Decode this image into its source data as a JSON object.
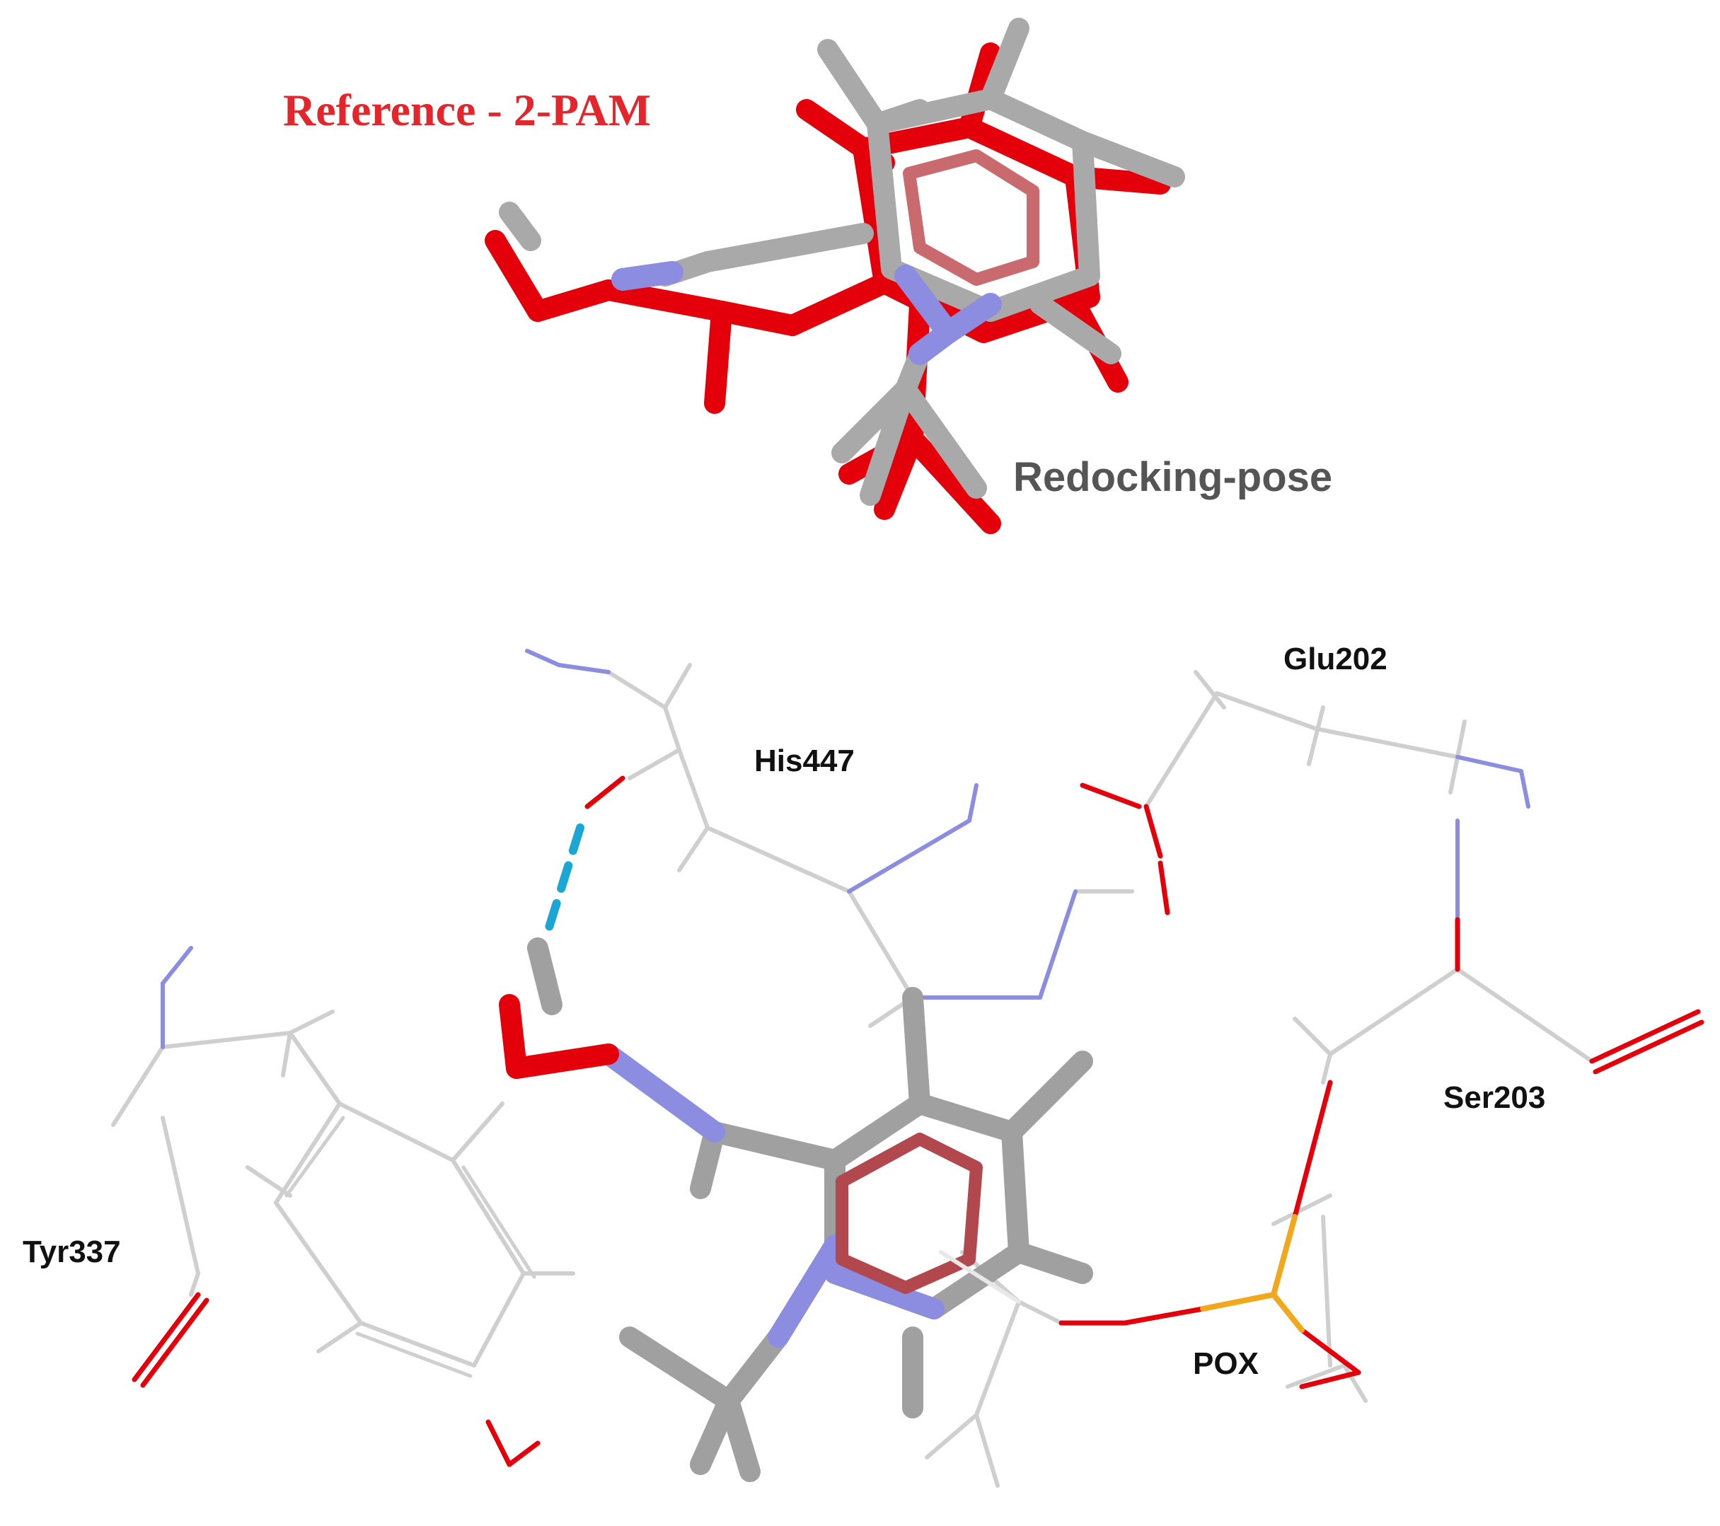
{
  "panel_top": {
    "reference_label": "Reference - 2-PAM",
    "redocking_label": "Redocking-pose"
  },
  "panel_bottom": {
    "residues": {
      "glu": "Glu202",
      "his": "His447",
      "ser": "Ser203",
      "tyr": "Tyr337",
      "pox": "POX"
    }
  },
  "colors": {
    "reference": "#e3000b",
    "redocking_carbon": "#a9a9a9",
    "nitrogen": "#8c8ce0",
    "oxygen": "#e3000b",
    "phosphorus": "#f2a81d",
    "residue_carbon": "#cfcfcf",
    "hbond": "#1aa7d6",
    "label_red": "#e3262b",
    "label_gray": "#555555"
  }
}
